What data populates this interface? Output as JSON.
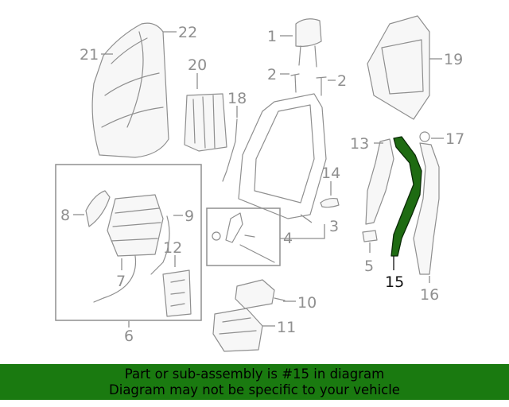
{
  "colors": {
    "banner_background": "#1a7a10",
    "banner_text": "#000000",
    "highlight_part": "#1e6b12",
    "line_art": "#8f8f8f"
  },
  "callouts": {
    "c1": "1",
    "c2a": "2",
    "c2b": "2",
    "c3": "3",
    "c4": "4",
    "c5": "5",
    "c6": "6",
    "c7": "7",
    "c8": "8",
    "c9": "9",
    "c10": "10",
    "c11": "11",
    "c12": "12",
    "c13": "13",
    "c14": "14",
    "c15": "15",
    "c16": "16",
    "c17": "17",
    "c18": "18",
    "c19": "19",
    "c20": "20",
    "c21": "21",
    "c22": "22"
  },
  "highlighted_part": "15",
  "banner": {
    "line1": "Part or sub-assembly is #15 in diagram",
    "line2": "Diagram may not be specific to your vehicle"
  }
}
